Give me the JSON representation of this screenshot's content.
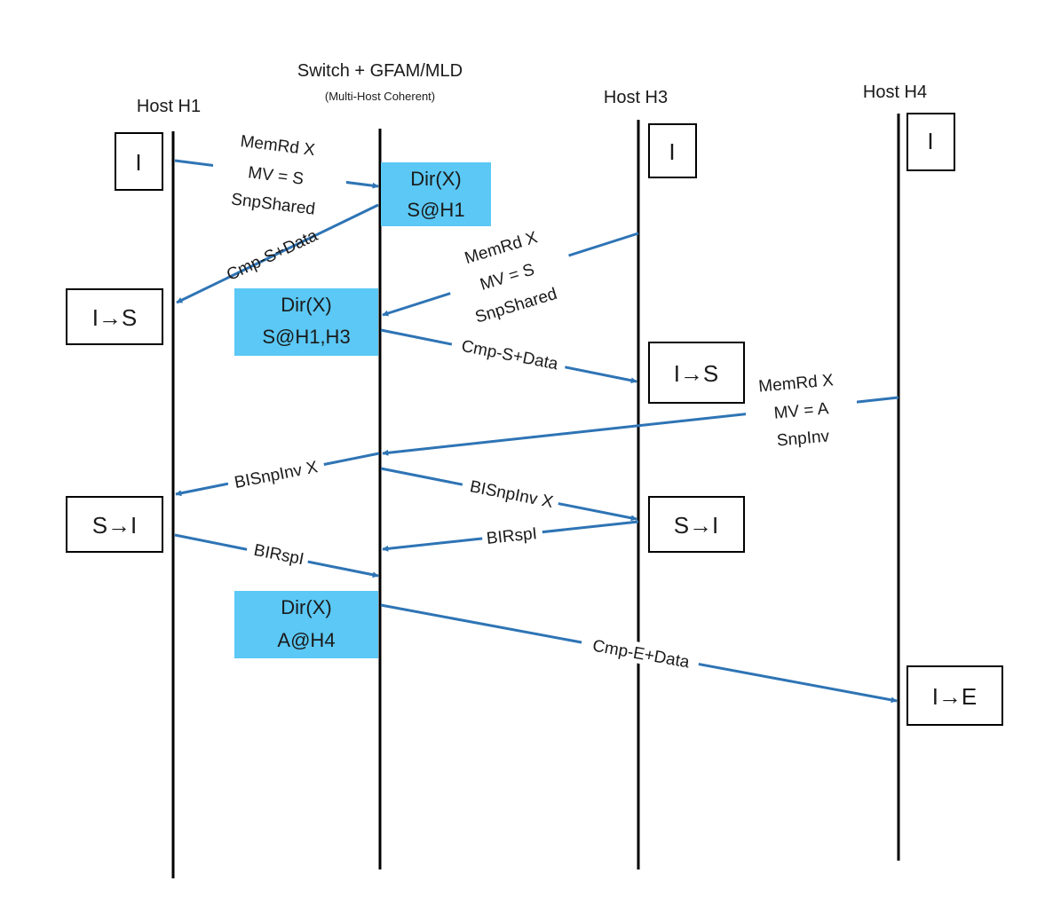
{
  "headers": {
    "h1": "Host H1",
    "switch": "Switch + GFAM/MLD",
    "switch_sub": "(Multi-Host Coherent)",
    "h3": "Host H3",
    "h4": "Host H4"
  },
  "states": {
    "h1_initial": "I",
    "h3_initial": "I",
    "h4_initial": "I",
    "h1_i_to_s": "I→S",
    "h3_i_to_s": "I→S",
    "h1_s_to_i": "S→I",
    "h3_s_to_i": "S→I",
    "h4_i_to_e": "I→E"
  },
  "directory": [
    {
      "line1": "Dir(X)",
      "line2": "S@H1"
    },
    {
      "line1": "Dir(X)",
      "line2": "S@H1,H3"
    },
    {
      "line1": "Dir(X)",
      "line2": "A@H4"
    }
  ],
  "messages": {
    "h1_req": [
      "MemRd X",
      "MV = S",
      "SnpShared"
    ],
    "h1_cmp": "Cmp-S+Data",
    "h3_req": [
      "MemRd X",
      "MV = S",
      "SnpShared"
    ],
    "h3_cmp": "Cmp-S+Data",
    "h4_req": [
      "MemRd X",
      "MV = A",
      "SnpInv"
    ],
    "h1_bisnp": "BISnpInv X",
    "h3_bisnp": "BISnpInv X",
    "h1_birsp": "BIRspI",
    "h3_birsp": "BIRspI",
    "h4_cmp": "Cmp-E+Data"
  },
  "colors": {
    "arrow": "#2e74b5",
    "directory_fill": "#5bc8f5",
    "lifeline": "#000000"
  }
}
